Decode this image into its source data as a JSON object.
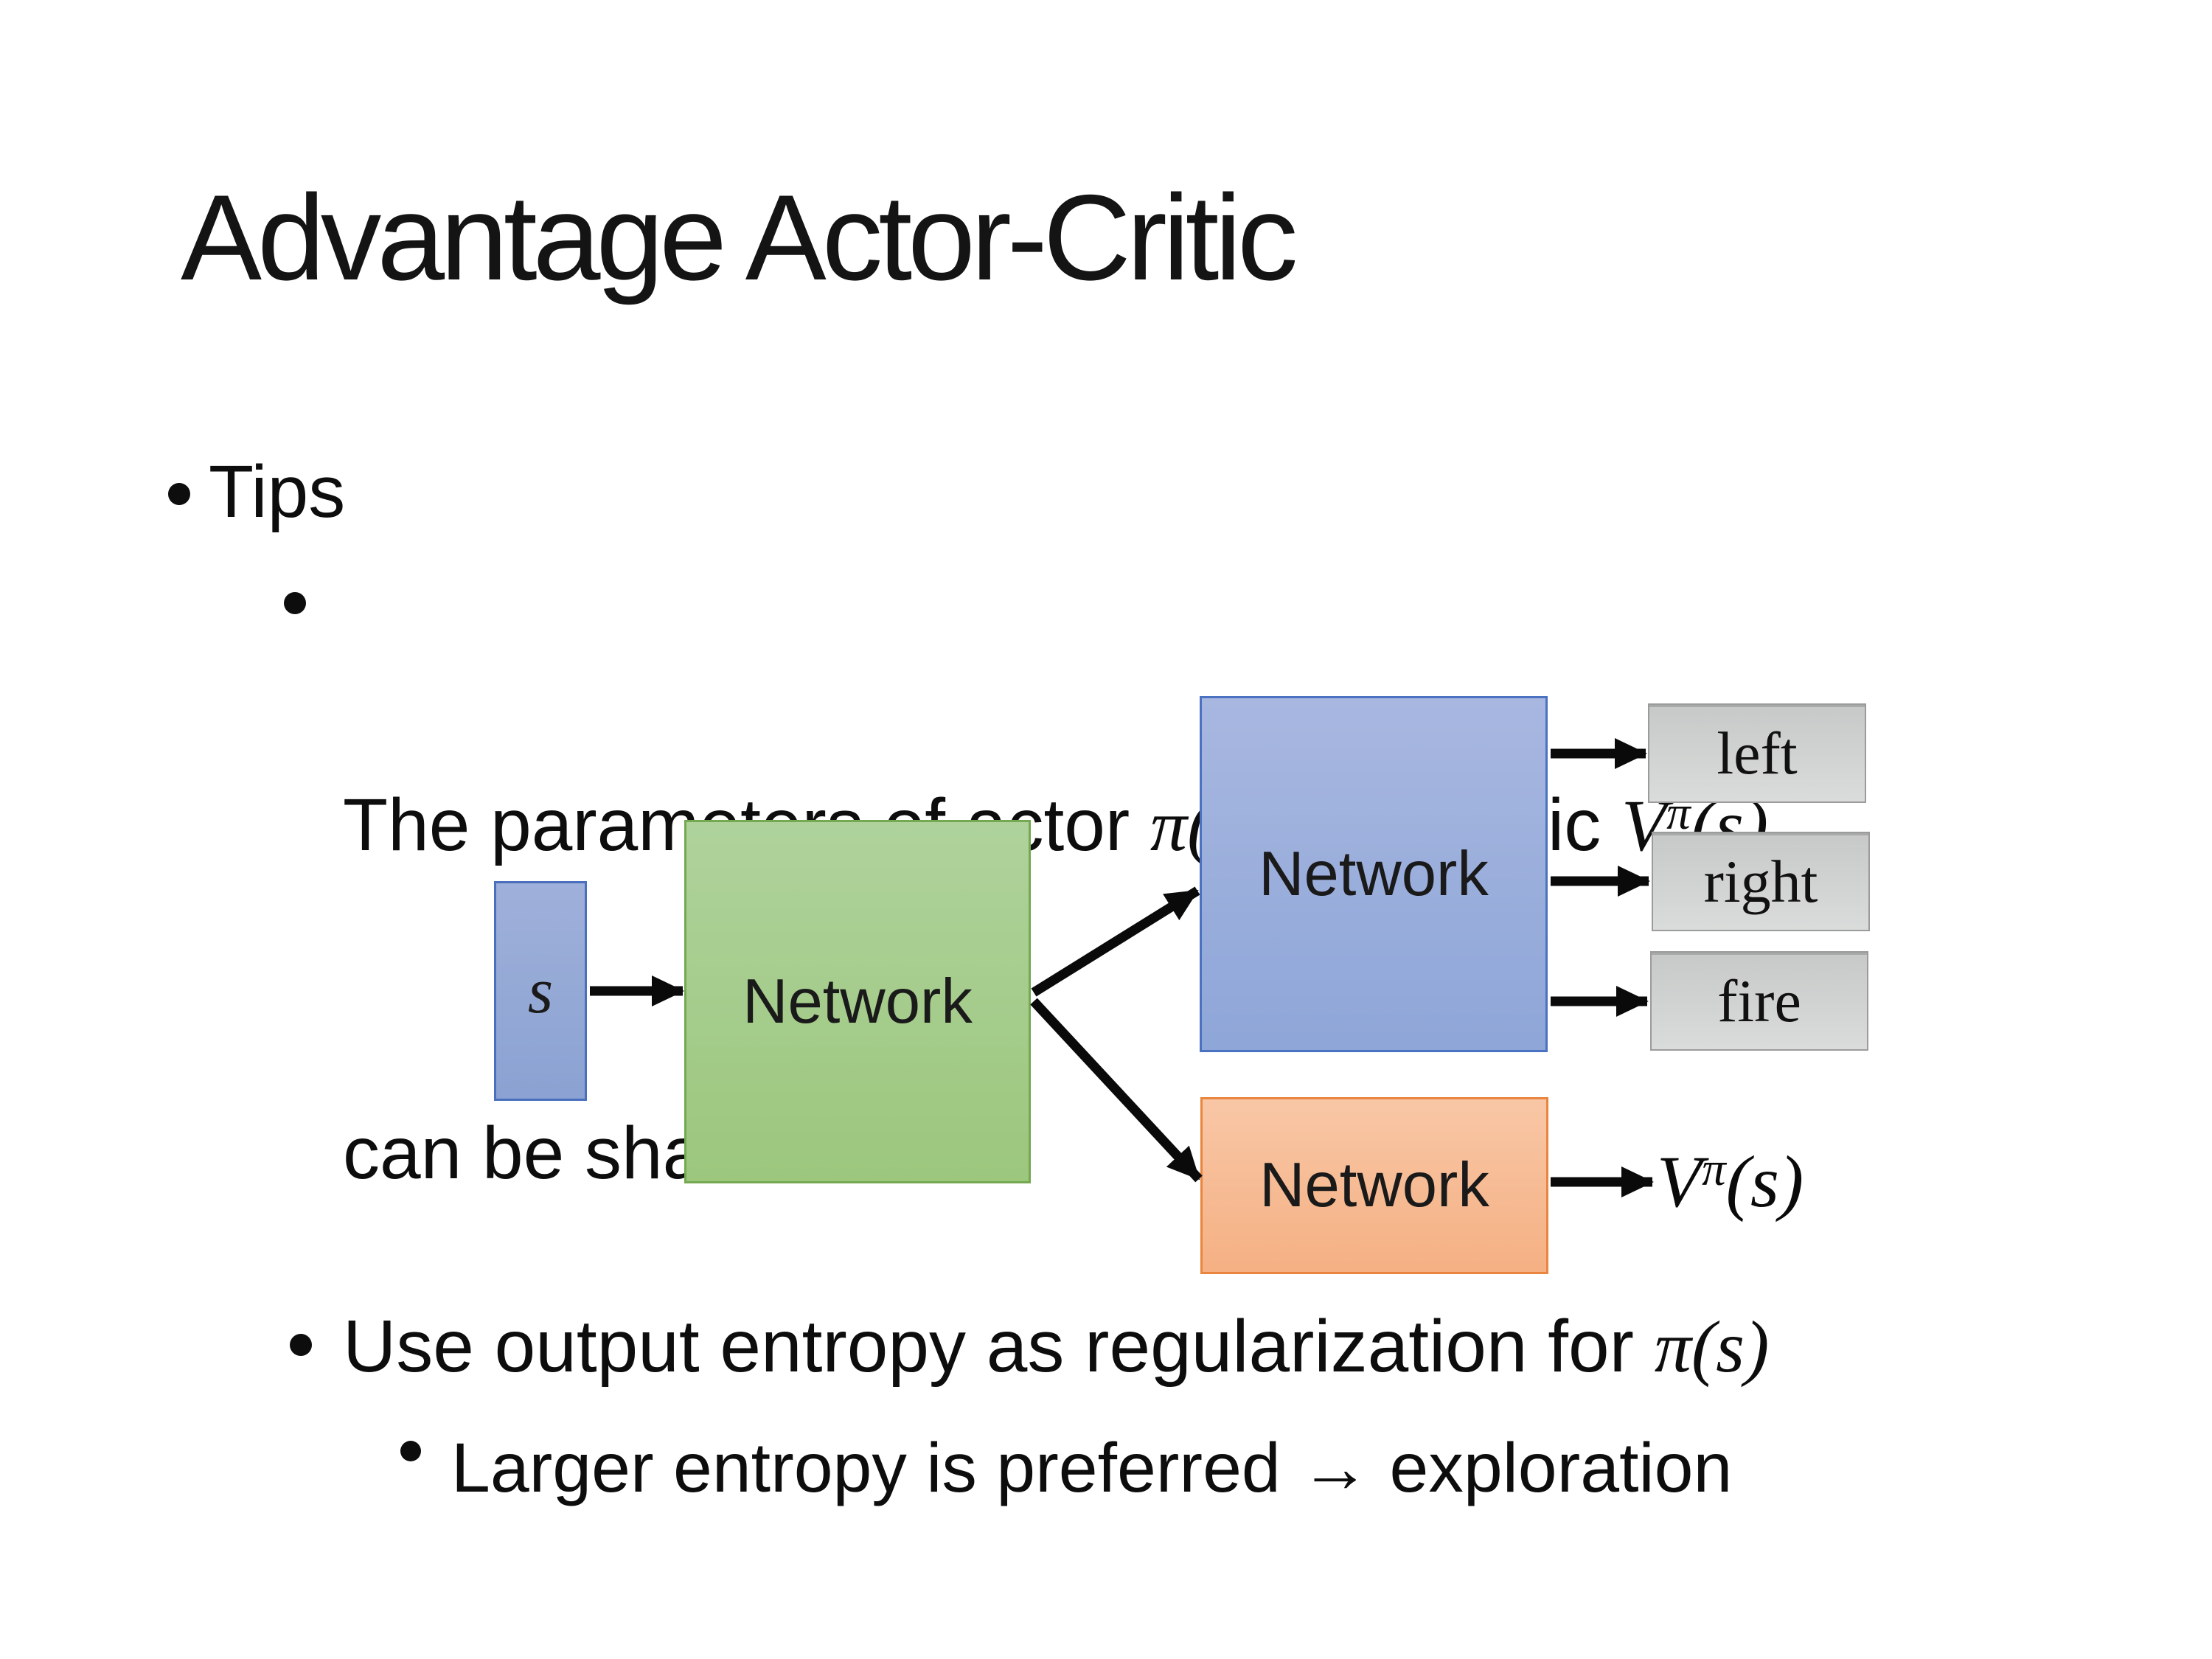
{
  "slide": {
    "title": "Advantage Actor-Critic",
    "background": "#ffffff"
  },
  "bullets": {
    "level1": "Tips",
    "shared": {
      "pre": "The parameters of actor ",
      "actor_math": "π(s)",
      "mid": "  and critic ",
      "critic_base": "V",
      "critic_sup": "π",
      "critic_args": "(s)",
      "line2": "can be shared"
    },
    "entropy": {
      "pre": "Use output entropy as regularization for ",
      "math": "π(s)"
    },
    "exploration": "Larger entropy is preferred → exploration"
  },
  "diagram": {
    "input_label": "s",
    "shared_network": "Network",
    "actor_network": "Network",
    "critic_network": "Network",
    "actions": [
      "left",
      "right",
      "fire"
    ],
    "critic_output": {
      "base": "V",
      "sup": "π",
      "args": "(s)"
    },
    "colors": {
      "input_fill": "#97abd8",
      "input_border": "#4a70bd",
      "shared_fill": "#a7cf8c",
      "shared_border": "#74a851",
      "actor_fill": "#9aaedd",
      "actor_border": "#4a72c0",
      "critic_fill": "#f6ba92",
      "critic_border": "#e9853e",
      "action_fill": "#d0d2d2",
      "action_border": "#9b9b9b",
      "arrow": "#0a0a0a"
    }
  }
}
